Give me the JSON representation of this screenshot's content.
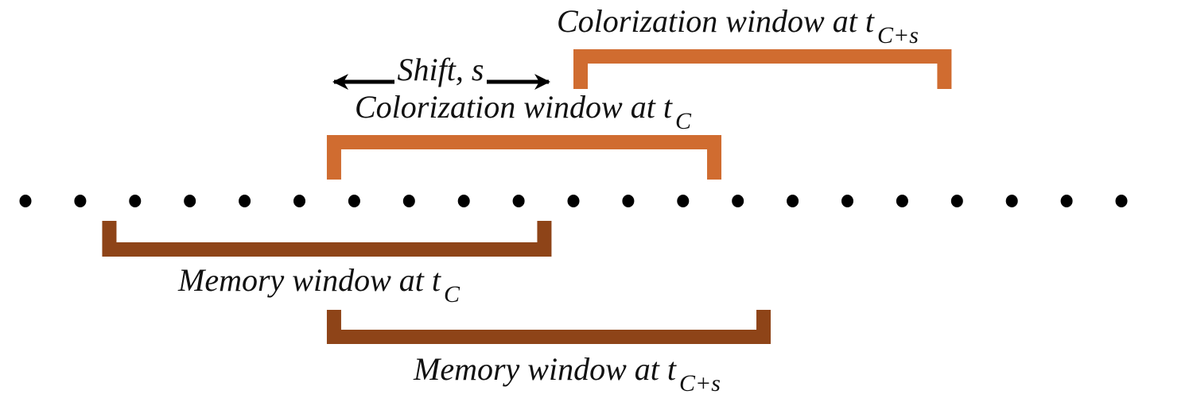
{
  "diagram": {
    "time_steps": {
      "count": 21,
      "color": "#000000"
    },
    "shift_label": "Shift, s",
    "windows": [
      {
        "id": "colorization-window-tc-plus-s",
        "kind": "colorization",
        "label": "Colorization window at t",
        "subscript": "C+s",
        "start_step": 10,
        "end_step": 16.9,
        "color": "#D06C30",
        "orientation": "top"
      },
      {
        "id": "colorization-window-tc",
        "kind": "colorization",
        "label": "Colorization window at t",
        "subscript": "C",
        "start_step": 5.5,
        "end_step": 12.7,
        "color": "#D06C30",
        "orientation": "top"
      },
      {
        "id": "memory-window-tc",
        "kind": "memory",
        "label": "Memory window at t",
        "subscript": "C",
        "start_step": 1.4,
        "end_step": 9.6,
        "color": "#8E4418",
        "orientation": "bottom"
      },
      {
        "id": "memory-window-tc-plus-s",
        "kind": "memory",
        "label": "Memory window at t",
        "subscript": "C+s",
        "start_step": 5.5,
        "end_step": 13.6,
        "color": "#8E4418",
        "orientation": "bottom"
      }
    ],
    "arrow_color": "#000000"
  }
}
